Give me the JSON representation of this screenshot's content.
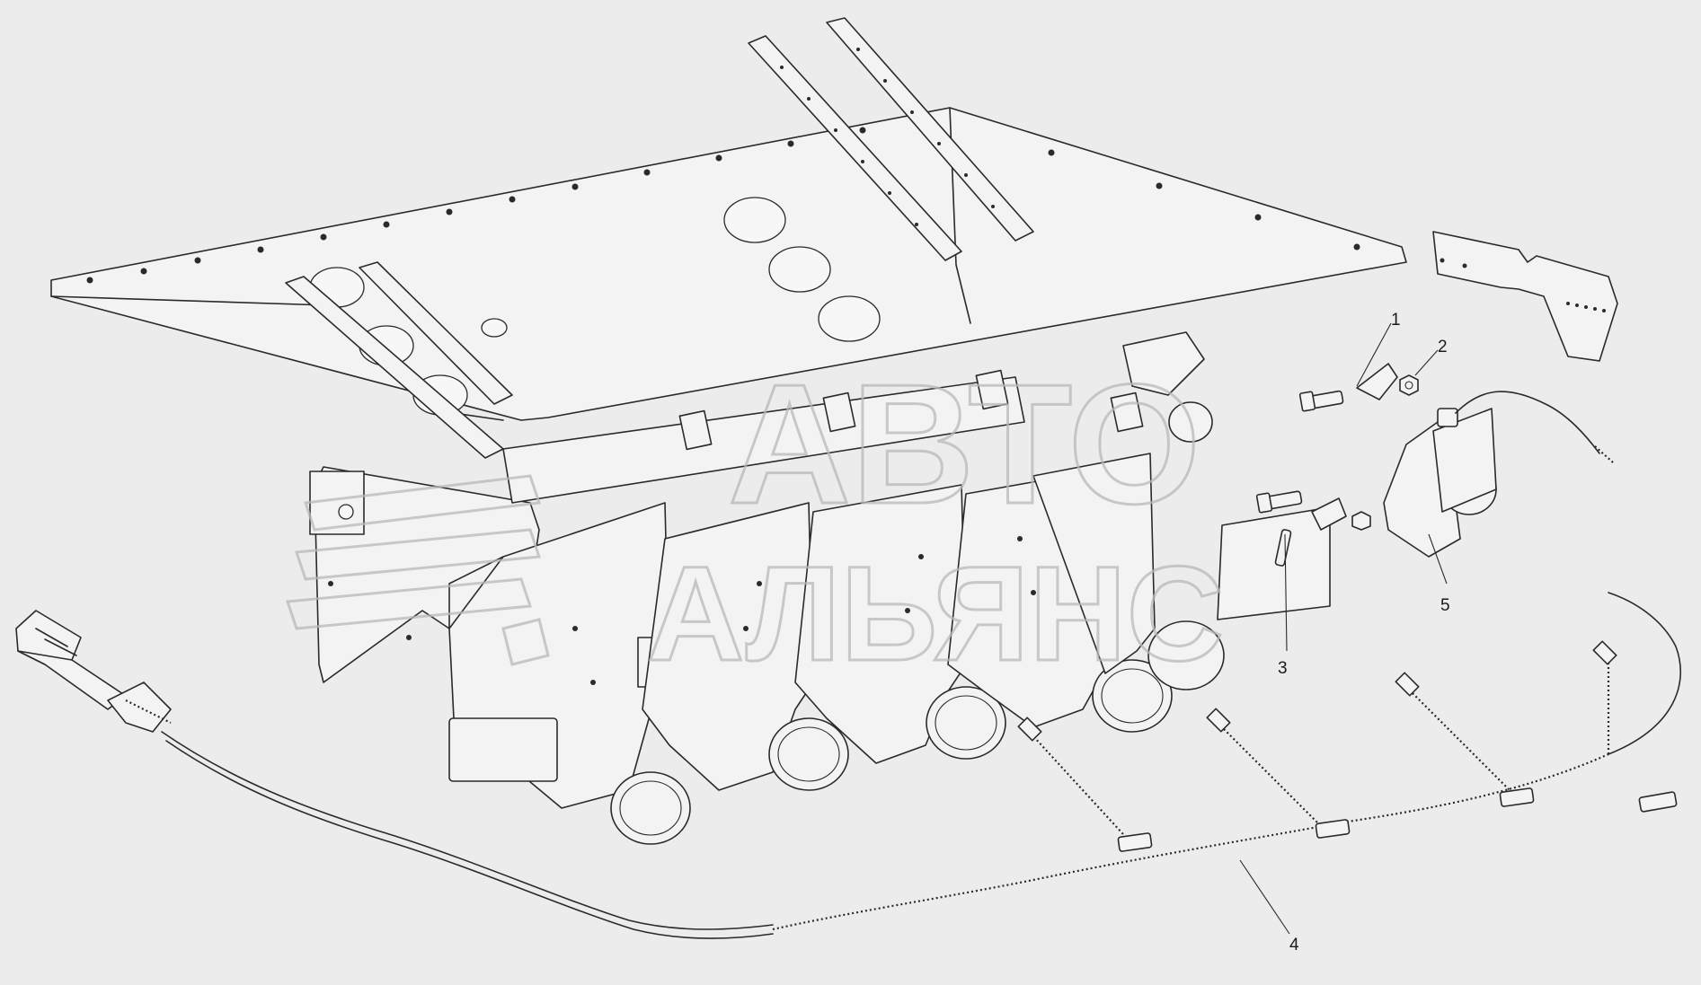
{
  "watermark": {
    "line1": "АВТО",
    "line2": "АЛЬЯНС"
  },
  "callouts": [
    {
      "number": "1"
    },
    {
      "number": "2"
    },
    {
      "number": "3"
    },
    {
      "number": "4"
    },
    {
      "number": "5"
    }
  ]
}
